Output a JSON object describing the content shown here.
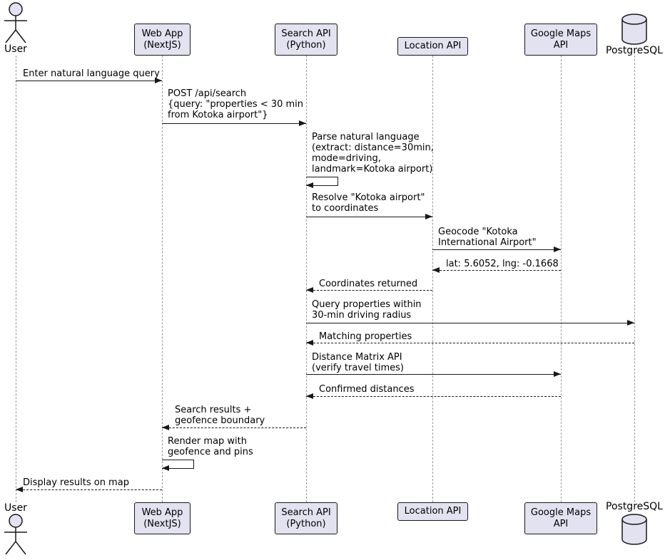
{
  "diagram_type": "uml-sequence",
  "colors": {
    "participant_fill": "#E2E2F0",
    "stroke": "#181818",
    "lifeline": "#9A9A9A",
    "text": "#000000",
    "background": "#FFFFFF"
  },
  "participants": [
    {
      "id": "user",
      "type": "actor",
      "label": "User"
    },
    {
      "id": "webapp",
      "type": "participant",
      "label": "Web App\n(NextJS)"
    },
    {
      "id": "searchapi",
      "type": "participant",
      "label": "Search API\n(Python)"
    },
    {
      "id": "locationapi",
      "type": "participant",
      "label": "Location API"
    },
    {
      "id": "gmaps",
      "type": "participant",
      "label": "Google Maps\nAPI"
    },
    {
      "id": "postgres",
      "type": "database",
      "label": "PostgreSQL"
    }
  ],
  "messages": [
    {
      "from": "user",
      "to": "webapp",
      "style": "solid",
      "text": "Enter natural language query"
    },
    {
      "from": "webapp",
      "to": "searchapi",
      "style": "solid",
      "text": "POST /api/search\n{query: \"properties < 30 min\nfrom Kotoka airport\"}"
    },
    {
      "from": "searchapi",
      "to": "searchapi",
      "style": "self",
      "text": "Parse natural language\n(extract: distance=30min,\nmode=driving,\nlandmark=Kotoka airport)"
    },
    {
      "from": "searchapi",
      "to": "locationapi",
      "style": "solid",
      "text": "Resolve \"Kotoka airport\"\nto coordinates"
    },
    {
      "from": "locationapi",
      "to": "gmaps",
      "style": "solid",
      "text": "Geocode \"Kotoka\nInternational Airport\""
    },
    {
      "from": "gmaps",
      "to": "locationapi",
      "style": "dashed",
      "text": "lat: 5.6052, lng: -0.1668"
    },
    {
      "from": "locationapi",
      "to": "searchapi",
      "style": "dashed",
      "text": "Coordinates returned"
    },
    {
      "from": "searchapi",
      "to": "postgres",
      "style": "solid",
      "text": "Query properties within\n30-min driving radius"
    },
    {
      "from": "postgres",
      "to": "searchapi",
      "style": "dashed",
      "text": "Matching properties"
    },
    {
      "from": "searchapi",
      "to": "gmaps",
      "style": "solid",
      "text": "Distance Matrix API\n(verify travel times)"
    },
    {
      "from": "gmaps",
      "to": "searchapi",
      "style": "dashed",
      "text": "Confirmed distances"
    },
    {
      "from": "searchapi",
      "to": "webapp",
      "style": "dashed",
      "text": "Search results +\ngeofence boundary"
    },
    {
      "from": "webapp",
      "to": "webapp",
      "style": "self",
      "text": "Render map with\ngeofence and pins"
    },
    {
      "from": "webapp",
      "to": "user",
      "style": "dashed",
      "text": "Display results on map"
    }
  ]
}
